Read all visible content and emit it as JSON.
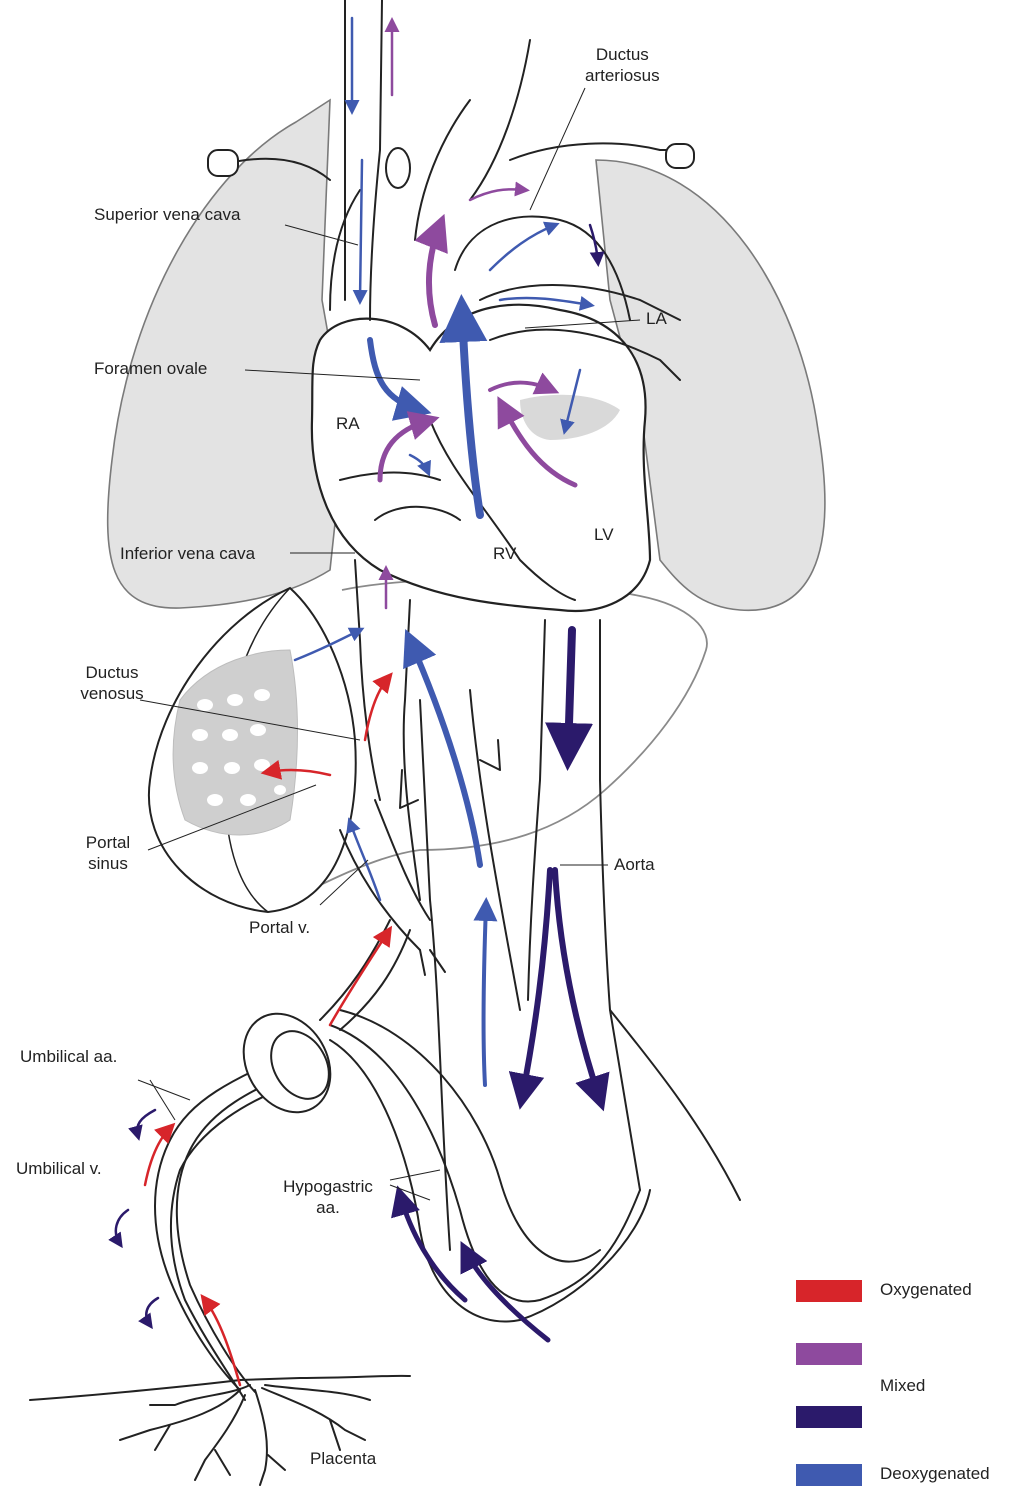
{
  "labels": {
    "ductus_arteriosus": "Ductus\narteriosus",
    "superior_vena_cava": "Superior vena cava",
    "la": "LA",
    "foramen_ovale": "Foramen ovale",
    "ra": "RA",
    "lv": "LV",
    "rv": "RV",
    "inferior_vena_cava": "Inferior vena cava",
    "ductus_venosus": "Ductus\nvenosus",
    "portal_sinus": "Portal\nsinus",
    "aorta": "Aorta",
    "portal_v": "Portal v.",
    "umbilical_aa": "Umbilical aa.",
    "umbilical_v": "Umbilical v.",
    "hypogastric_aa": "Hypogastric\naa.",
    "placenta": "Placenta"
  },
  "legend": [
    {
      "label": "Oxygenated",
      "color": "#d7252a"
    },
    {
      "label": "Mixed",
      "color": "#8e4a9e"
    },
    {
      "label": "",
      "color": "#2b1a6b"
    },
    {
      "label": "Deoxygenated",
      "color": "#3f5ab0"
    }
  ],
  "colors": {
    "oxygenated": "#d7252a",
    "mixed": "#8e4a9e",
    "mixed_dark": "#2b1a6b",
    "deoxygenated": "#3f5ab0",
    "lung": "#e3e3e3"
  }
}
